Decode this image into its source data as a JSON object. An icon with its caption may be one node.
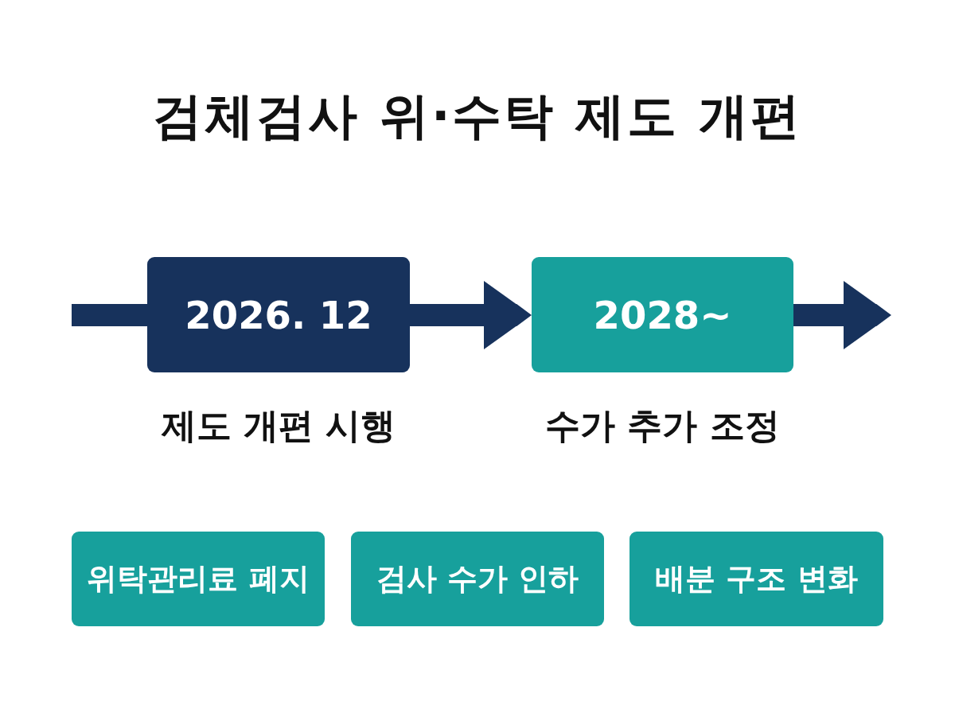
{
  "diagram": {
    "title": "검체검사 위·수탁 제도 개편",
    "nodes": [
      {
        "text": [
          "2026. 12"
        ],
        "beside": [
          "제도 개편 시행"
        ]
      },
      {
        "text": [
          "2028~"
        ],
        "beside": [
          "수가 추가 조정"
        ]
      },
      {
        "text": [
          "위탁관리료 폐지"
        ]
      },
      {
        "text": [
          "검사 수가 인하"
        ]
      },
      {
        "text": [
          "배분 구조 변화"
        ]
      }
    ],
    "edges": [
      {
        "from": null,
        "to": 0,
        "arrow": "none"
      },
      {
        "from": 0,
        "to": 1,
        "arrow": "to"
      },
      {
        "from": 1,
        "to": null,
        "arrow": "to"
      }
    ]
  }
}
